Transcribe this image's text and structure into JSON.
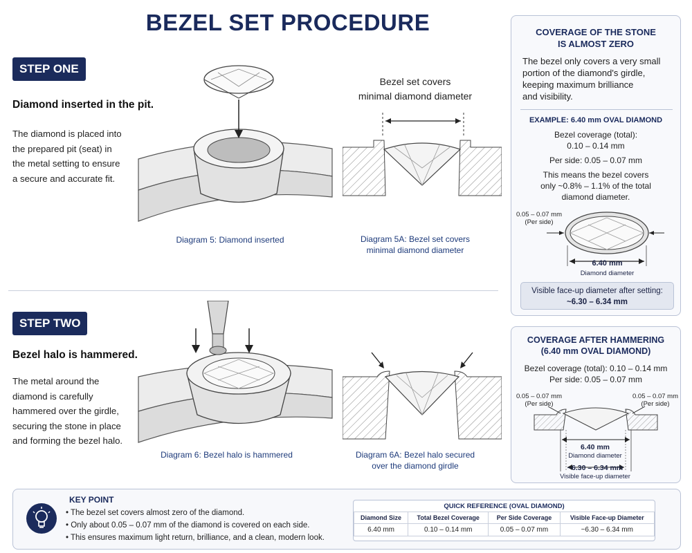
{
  "title": "BEZEL SET PROCEDURE",
  "step_one": {
    "badge": "STEP ONE",
    "heading": "Diamond inserted in the pit.",
    "lines": [
      "The diamond is placed into",
      "the prepared pit (seat) in",
      "the metal setting to ensure",
      "a secure and accurate fit."
    ],
    "caption_5": "Diagram 5: Diamond inserted",
    "label_5a": [
      "Bezel set covers",
      "minimal diamond diameter"
    ],
    "caption_5a": [
      "Diagram 5A: Bezel set covers",
      "minimal diamond diameter"
    ]
  },
  "step_two": {
    "badge": "STEP TWO",
    "heading": "Bezel halo is hammered.",
    "lines": [
      "The metal around the",
      "diamond is carefully",
      "hammered over the girdle,",
      "securing the stone in place",
      "and forming the bezel halo."
    ],
    "caption_6": "Diagram 6: Bezel halo is hammered",
    "caption_6a": [
      "Diagram 6A: Bezel halo secured",
      "over the diamond girdle"
    ]
  },
  "coverage_panel": {
    "title": [
      "COVERAGE OF THE STONE",
      "IS ALMOST ZERO"
    ],
    "intro": [
      "The bezel only covers a very small",
      "portion of the diamond's girdle,",
      "keeping maximum brilliance",
      "and visibility."
    ],
    "example_title": "EXAMPLE: 6.40 mm OVAL DIAMOND",
    "lines": [
      "Bezel coverage (total):",
      "0.10 – 0.14 mm",
      "Per side: 0.05 – 0.07 mm",
      "This means the bezel covers",
      "only ~0.8% – 1.1% of the total",
      "diamond diameter."
    ],
    "side_label": [
      "0.05 – 0.07 mm",
      "(Per side)"
    ],
    "diam_value": "6.40 mm",
    "diam_label": "Diamond diameter",
    "visible": [
      "Visible face-up diameter after setting:",
      "~6.30 – 6.34 mm"
    ]
  },
  "hammer_panel": {
    "title": [
      "COVERAGE AFTER HAMMERING",
      "(6.40 mm OVAL DIAMOND)"
    ],
    "lines": [
      "Bezel coverage (total): 0.10 – 0.14 mm",
      "Per side: 0.05 – 0.07 mm"
    ],
    "side_left": [
      "0.05 – 0.07 mm",
      "(Per side)"
    ],
    "side_right": [
      "0.05 – 0.07 mm",
      "(Per side)"
    ],
    "diam_value": "6.40 mm",
    "diam_label": "Diamond diameter",
    "visible_value": "~6.30 – 6.34 mm",
    "visible_label": "Visible face-up diameter"
  },
  "key_point": {
    "title": "KEY POINT",
    "bullets": [
      "The bezel set covers almost zero of the diamond.",
      "Only about 0.05 – 0.07 mm of the diamond is covered on each side.",
      "This ensures maximum light return, brilliance, and a clean, modern look."
    ]
  },
  "quick_ref": {
    "title": "QUICK REFERENCE (OVAL DIAMOND)",
    "headers": [
      "Diamond Size",
      "Total Bezel Coverage",
      "Per Side Coverage",
      "Visible Face-up Diameter"
    ],
    "row": [
      "6.40 mm",
      "0.10 – 0.14 mm",
      "0.05 – 0.07 mm",
      "~6.30 – 6.34 mm"
    ]
  },
  "icons": [
    "lightbulb-icon",
    "hammer-tool-icon",
    "dimension-arrow-icon"
  ],
  "colors": {
    "navy": "#1b2b5c",
    "caption": "#1d3a7a",
    "border": "#b9c2d6"
  }
}
